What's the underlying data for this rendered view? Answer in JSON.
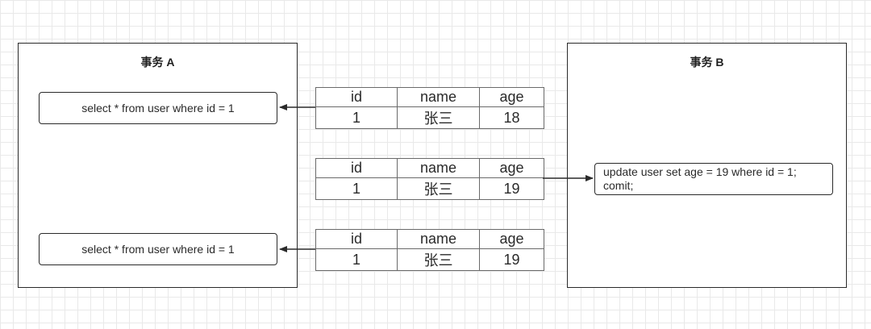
{
  "transaction_a": {
    "title": "事务 A",
    "query_1": "select * from user where id = 1",
    "query_2": "select * from user where id = 1"
  },
  "transaction_b": {
    "title": "事务 B",
    "statement_line_1": "update user set age = 19 where id = 1;",
    "statement_line_2": "comit;"
  },
  "tables": [
    {
      "headers": [
        "id",
        "name",
        "age"
      ],
      "row": [
        "1",
        "张三",
        "18"
      ]
    },
    {
      "headers": [
        "id",
        "name",
        "age"
      ],
      "row": [
        "1",
        "张三",
        "19"
      ]
    },
    {
      "headers": [
        "id",
        "name",
        "age"
      ],
      "row": [
        "1",
        "张三",
        "19"
      ]
    }
  ]
}
